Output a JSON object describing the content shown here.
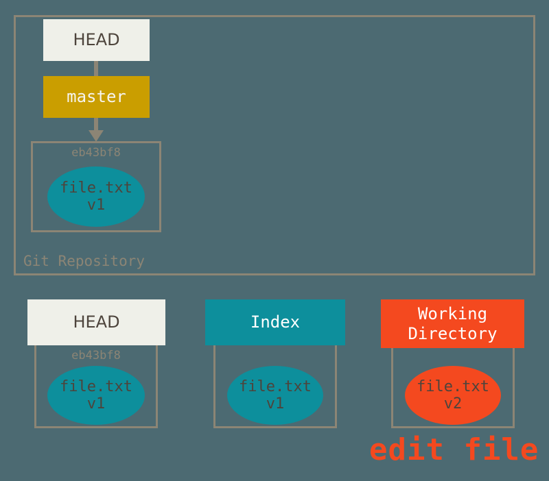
{
  "diagram": {
    "background_color": "#4c6a72",
    "frame_color": "#8c8575",
    "repository": {
      "label": "Git Repository",
      "head": {
        "label": "HEAD",
        "bg": "#eff0e9",
        "fg": "#4d443c"
      },
      "branch": {
        "label": "master",
        "bg": "#ca9e00",
        "fg": "#f6f4ee"
      },
      "commit": {
        "hash": "eb43bf8",
        "file": "file.txt\nv1",
        "bg": "#0d8f9c",
        "fg": "#4d443c"
      }
    },
    "areas": [
      {
        "key": "head",
        "title": "HEAD",
        "title_bg": "#eff0e9",
        "title_fg": "#4d443c",
        "hash": "eb43bf8",
        "file": "file.txt\nv1",
        "blob_bg": "#0d8f9c",
        "blob_fg": "#4d443c"
      },
      {
        "key": "index",
        "title": "Index",
        "title_bg": "#0d8f9c",
        "title_fg": "#ffffff",
        "hash": "",
        "file": "file.txt\nv1",
        "blob_bg": "#0d8f9c",
        "blob_fg": "#4d443c"
      },
      {
        "key": "working_directory",
        "title": "Working\nDirectory",
        "title_bg": "#f4491f",
        "title_fg": "#ffffff",
        "hash": "",
        "file": "file.txt\nv2",
        "blob_bg": "#f4491f",
        "blob_fg": "#4d443c"
      }
    ],
    "annotation": {
      "text": "edit file",
      "color": "#f4491f"
    }
  }
}
